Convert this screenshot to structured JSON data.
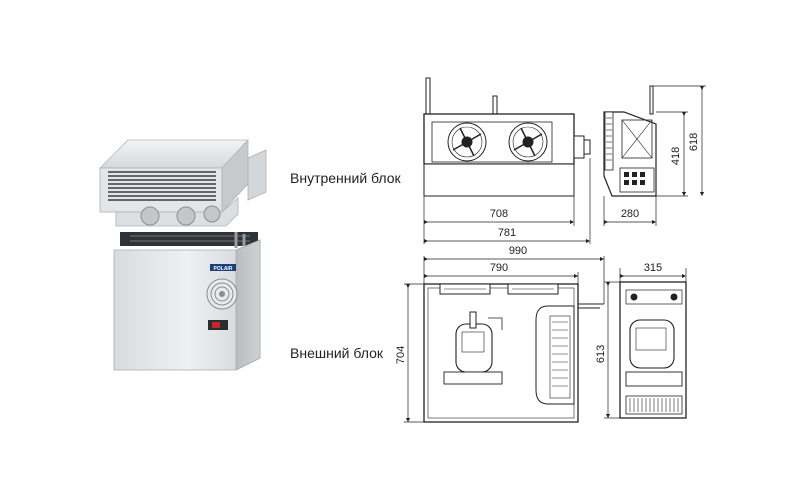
{
  "labels": {
    "indoor_unit": "Внутренний блок",
    "outdoor_unit": "Внешний блок"
  },
  "dimensions": {
    "indoor_front_inner_width": "708",
    "indoor_front_total_width": "781",
    "indoor_side_depth": "280",
    "indoor_side_height_body": "418",
    "indoor_side_height_total": "618",
    "outdoor_front_total_width": "990",
    "outdoor_front_body_width": "790",
    "outdoor_front_height": "704",
    "outdoor_side_depth": "315",
    "outdoor_side_height": "613"
  },
  "brand_badge": "POLAIR"
}
